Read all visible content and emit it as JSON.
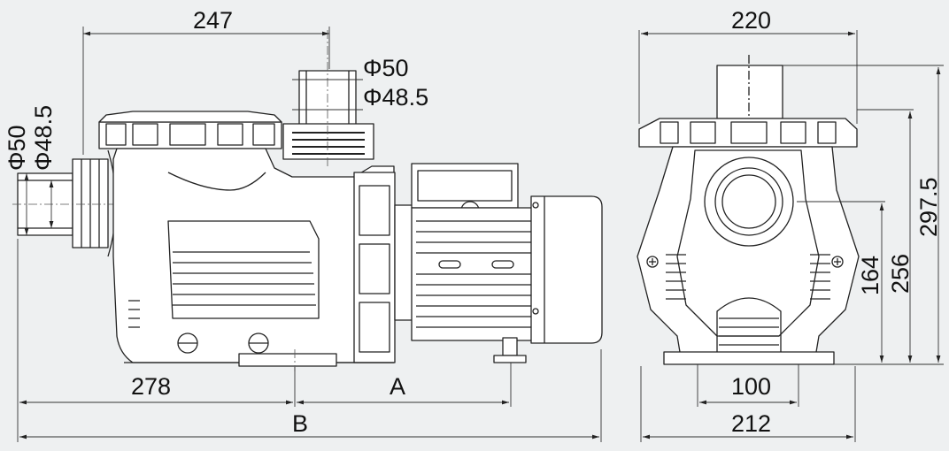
{
  "labels": {
    "side_top_width": "247",
    "side_outlet_outer": "Φ50",
    "side_outlet_inner": "Φ48.5",
    "side_inlet_outer": "Φ50",
    "side_inlet_inner": "Φ48.5",
    "side_inlet_to_foot": "278",
    "side_dim_a": "A",
    "side_dim_b": "B",
    "front_top_width": "220",
    "front_total_height": "297.5",
    "front_cover_height": "256",
    "front_inlet_height": "164",
    "front_foot_spacing": "100",
    "front_base_width": "212"
  },
  "colors": {
    "background": "#eef0f1",
    "line": "#222222"
  }
}
